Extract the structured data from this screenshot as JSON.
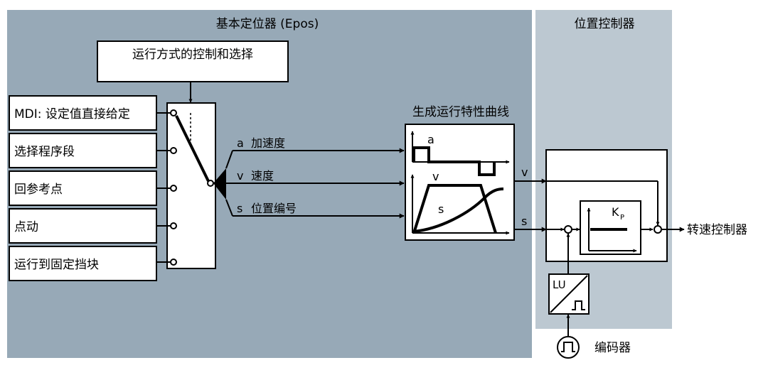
{
  "epos": {
    "title": "基本定位器 (Epos)"
  },
  "position_controller": {
    "title": "位置控制器"
  },
  "mode_selection": {
    "label": "运行方式的控制和选择"
  },
  "modes": [
    {
      "label": "MDI: 设定值直接给定"
    },
    {
      "label": "选择程序段"
    },
    {
      "label": "回参考点"
    },
    {
      "label": "点动"
    },
    {
      "label": "运行到固定挡块"
    }
  ],
  "signals": {
    "a": {
      "letter": "a",
      "label": "加速度"
    },
    "v": {
      "letter": "v",
      "label": "速度"
    },
    "s": {
      "letter": "s",
      "label": "位置编号"
    }
  },
  "profile_generator": {
    "title": "生成运行特性曲线",
    "a_label": "a",
    "v_label": "v",
    "s_label": "s"
  },
  "controller": {
    "v_label": "v",
    "s_label": "s",
    "kp_main": "K",
    "kp_sub": "P"
  },
  "speed_controller": {
    "label": "转速控制器"
  },
  "lu_block": {
    "label": "LU"
  },
  "encoder": {
    "label": "编码器"
  },
  "colors": {
    "epos_background": "#97A9B7",
    "position_controller_background": "#BCC8D1"
  }
}
